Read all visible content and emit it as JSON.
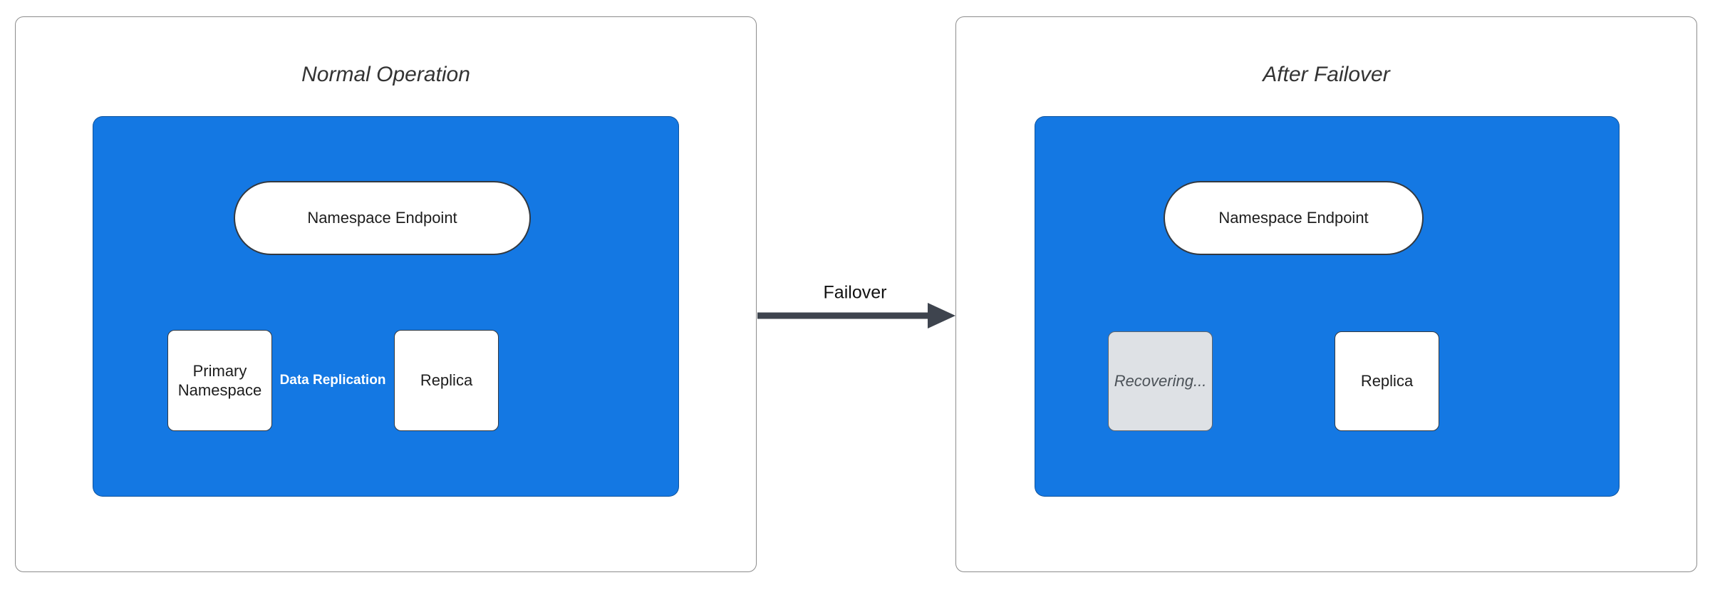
{
  "colors": {
    "cluster-blue": "#1478E3",
    "node-border": "#333940",
    "edge-color": "#3E444E",
    "panel-border": "#8C8C8C",
    "title-color": "#333333",
    "node-text": "#1D1D1D",
    "edge-label-text": "#FFFFFF",
    "recover-fill": "#DEE1E5",
    "recover-border": "#5B626B",
    "recover-text": "#4C5258",
    "node-fill": "#FFFFFF",
    "canvas-bg": "#FFFFFF"
  },
  "left_panel": {
    "title": "Normal Operation",
    "endpoint_label": "Namespace Endpoint",
    "primary_label": "Primary Namespace",
    "replica_label": "Replica",
    "edge_label": "Data Replication"
  },
  "connector": {
    "failover_label": "Failover"
  },
  "right_panel": {
    "title": "After Failover",
    "endpoint_label": "Namespace Endpoint",
    "recovering_label": "Recovering...",
    "replica_label": "Replica"
  }
}
